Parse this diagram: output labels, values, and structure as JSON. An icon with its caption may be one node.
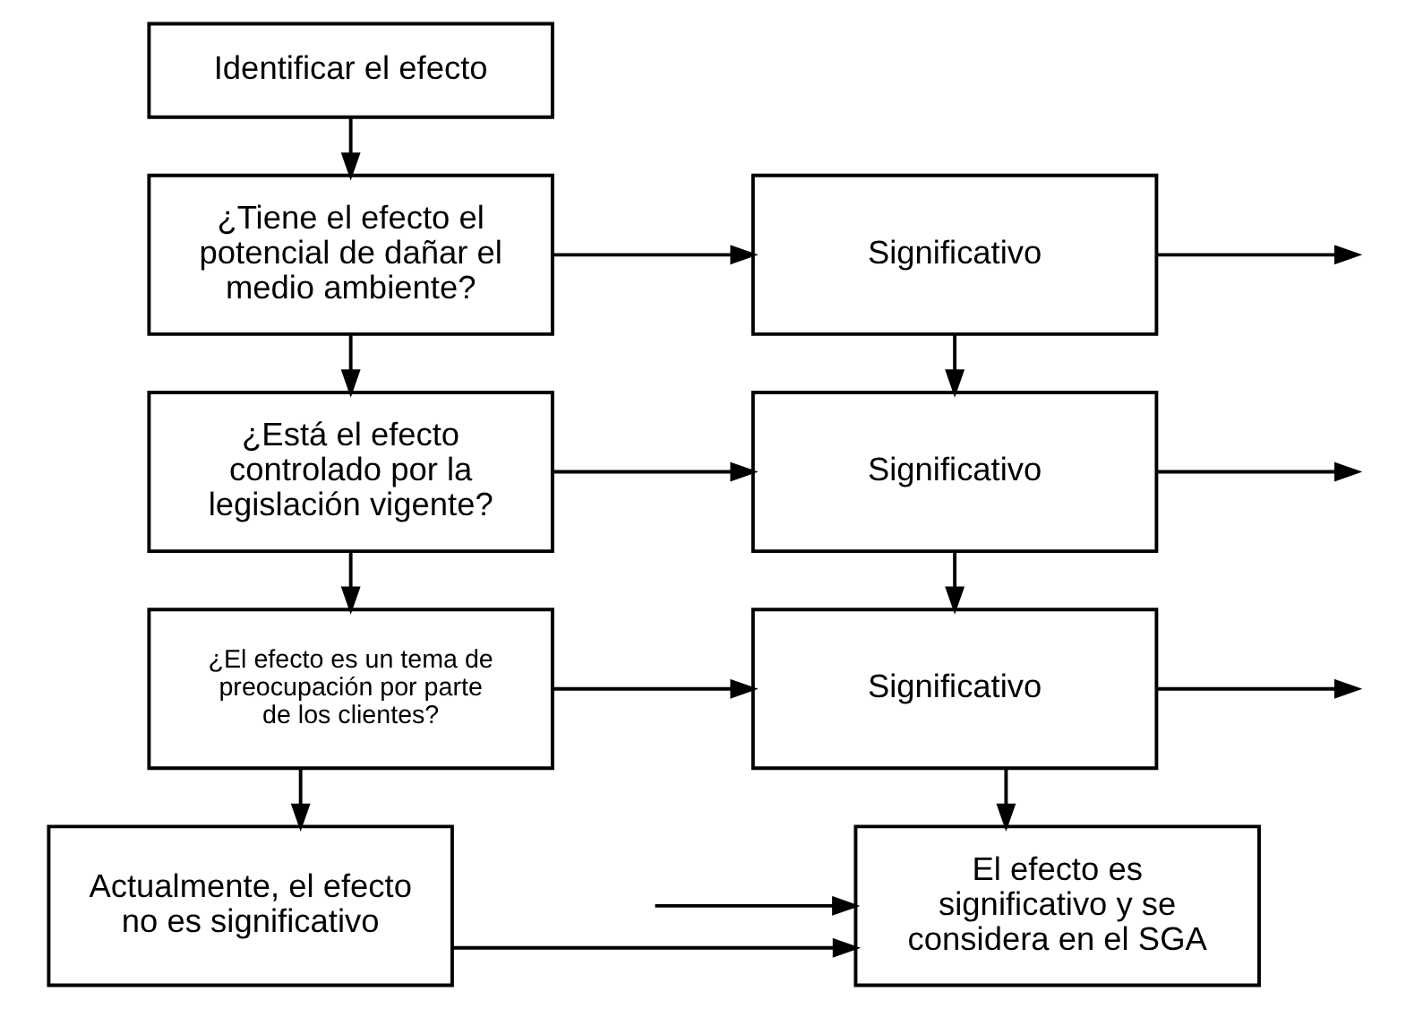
{
  "diagram": {
    "nodes": [
      {
        "text": [
          "Identificar el efecto"
        ]
      },
      {
        "text": [
          "¿Tiene el efecto el potencial de dañar el medio ambiente?"
        ]
      },
      {
        "text": [
          "Significativo"
        ]
      },
      {
        "text": [
          "¿Está el efecto controlado por la legislación vigente?"
        ]
      },
      {
        "text": [
          "Significativo"
        ]
      },
      {
        "text": [
          "¿El efecto es un tema de preocupación por parte de los clientes?"
        ]
      },
      {
        "text": [
          "Significativo"
        ]
      },
      {
        "text": [
          "Actualmente, el efecto no es significativo"
        ]
      },
      {
        "text": [
          "El efecto es significativo y se considera en el SGA"
        ]
      }
    ],
    "edges": [
      {
        "from": 0,
        "to": 1,
        "arrow": "to"
      },
      {
        "from": 1,
        "to": 2,
        "arrow": "to"
      },
      {
        "from": 2,
        "to": null,
        "arrow": "to"
      },
      {
        "from": 1,
        "to": 3,
        "arrow": "to"
      },
      {
        "from": 2,
        "to": 4,
        "arrow": "to"
      },
      {
        "from": 3,
        "to": 4,
        "arrow": "to"
      },
      {
        "from": 4,
        "to": null,
        "arrow": "to"
      },
      {
        "from": 3,
        "to": 5,
        "arrow": "to"
      },
      {
        "from": 4,
        "to": 6,
        "arrow": "to"
      },
      {
        "from": 5,
        "to": 6,
        "arrow": "to"
      },
      {
        "from": 6,
        "to": null,
        "arrow": "to"
      },
      {
        "from": 5,
        "to": 7,
        "arrow": "to"
      },
      {
        "from": 6,
        "to": 8,
        "arrow": "to"
      },
      {
        "from": 7,
        "to": 8,
        "arrow": "to"
      },
      {
        "from": null,
        "to": 8,
        "arrow": "to"
      }
    ]
  }
}
